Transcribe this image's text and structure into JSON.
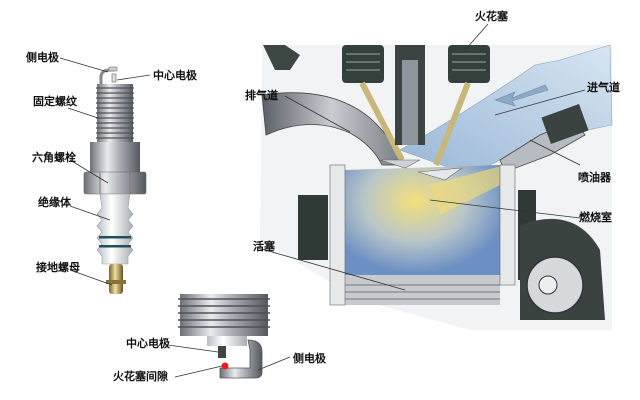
{
  "spark_plug": {
    "labels": {
      "side_electrode": "侧电极",
      "center_electrode": "中心电极",
      "fixing_thread": "固定螺纹",
      "hex_nut": "六角螺栓",
      "insulator": "绝缘体",
      "ground_nut": "接地螺母"
    }
  },
  "spark_plug_tip": {
    "labels": {
      "center_electrode": "中心电极",
      "side_electrode": "侧电极",
      "spark_gap": "火花塞间隙"
    }
  },
  "engine": {
    "labels": {
      "spark_plug": "火花塞",
      "exhaust_port": "排气道",
      "intake_port": "进气道",
      "injector": "喷油器",
      "combustion_chamber": "燃烧室",
      "piston": "活塞"
    }
  },
  "colors": {
    "intake_blue": "#a9c4dd",
    "fuel_yellow": "#f2dc7a",
    "chamber_blue": "#6f93c7",
    "metal_gray": "#9a9ea4",
    "dark_part": "#2f3a36",
    "spark_red": "#e02020"
  }
}
